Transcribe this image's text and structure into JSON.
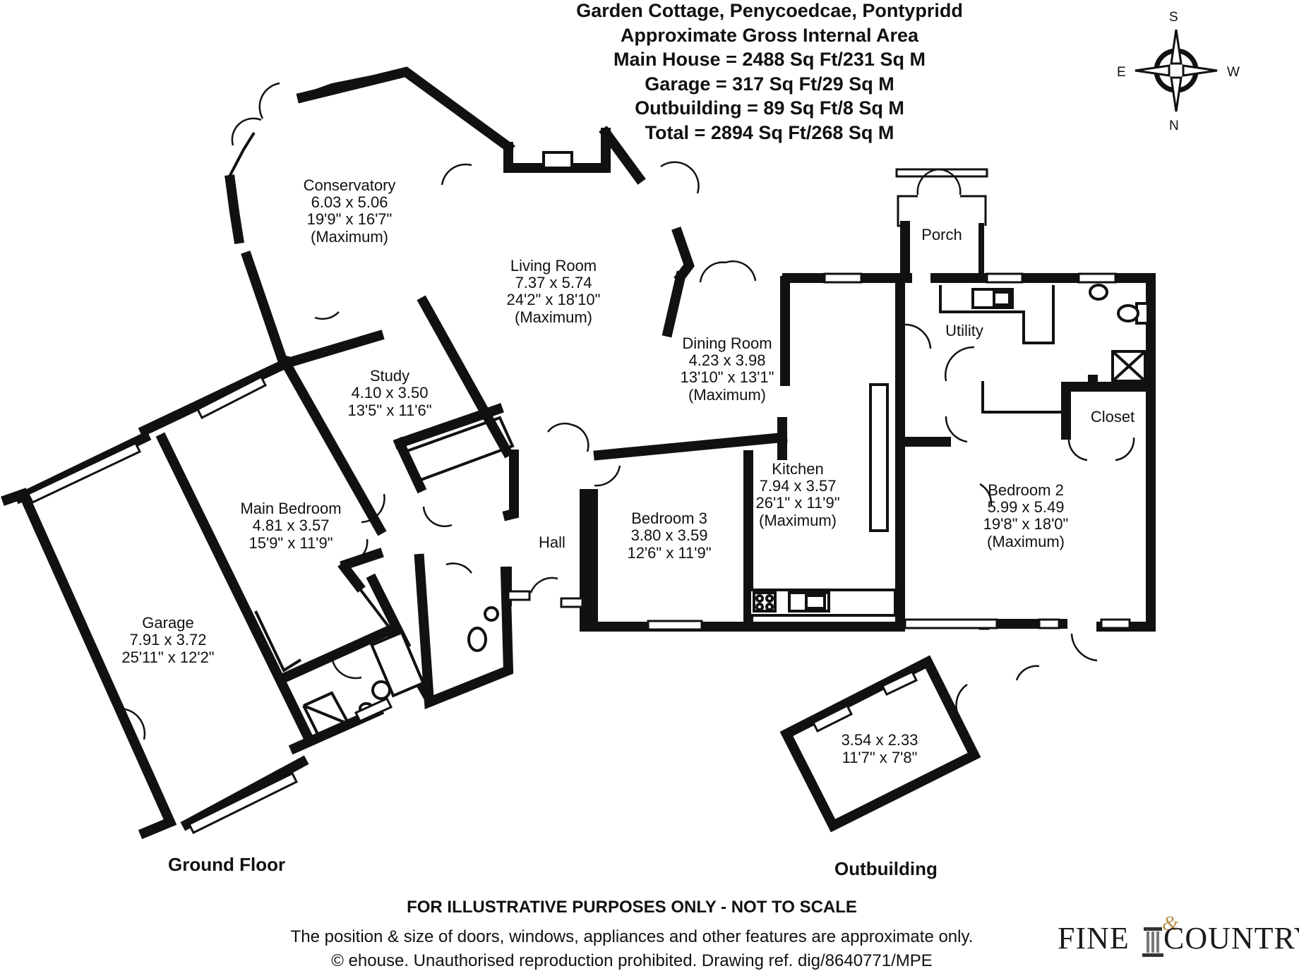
{
  "header": {
    "title": "Garden Cottage, Penycoedcae, Pontypridd",
    "subtitle": "Approximate Gross Internal Area",
    "areas": [
      "Main House = 2488 Sq Ft/231 Sq M",
      "Garage = 317 Sq Ft/29 Sq M",
      "Outbuilding = 89 Sq Ft/8 Sq M",
      "Total = 2894 Sq Ft/268 Sq M"
    ]
  },
  "compass": {
    "south": "S",
    "east": "E",
    "west": "W",
    "north": "N"
  },
  "rooms": {
    "conservatory": {
      "name": "Conservatory",
      "metric": "6.03 x 5.06",
      "imperial": "19'9\" x 16'7\"",
      "note": "(Maximum)"
    },
    "living_room": {
      "name": "Living Room",
      "metric": "7.37 x 5.74",
      "imperial": "24'2\" x 18'10\"",
      "note": "(Maximum)"
    },
    "porch": {
      "name": "Porch"
    },
    "utility": {
      "name": "Utility"
    },
    "dining_room": {
      "name": "Dining Room",
      "metric": "4.23 x 3.98",
      "imperial": "13'10\" x 13'1\"",
      "note": "(Maximum)"
    },
    "study": {
      "name": "Study",
      "metric": "4.10 x 3.50",
      "imperial": "13'5\" x 11'6\""
    },
    "closet": {
      "name": "Closet"
    },
    "kitchen": {
      "name": "Kitchen",
      "metric": "7.94 x 3.57",
      "imperial": "26'1\" x 11'9\"",
      "note": "(Maximum)"
    },
    "main_bedroom": {
      "name": "Main Bedroom",
      "metric": "4.81 x 3.57",
      "imperial": "15'9\" x 11'9\""
    },
    "bedroom_3": {
      "name": "Bedroom 3",
      "metric": "3.80 x 3.59",
      "imperial": "12'6\" x 11'9\""
    },
    "bedroom_2": {
      "name": "Bedroom 2",
      "metric": "5.99 x 5.49",
      "imperial": "19'8\" x 18'0\"",
      "note": "(Maximum)"
    },
    "hall": {
      "name": "Hall"
    },
    "garage": {
      "name": "Garage",
      "metric": "7.91 x 3.72",
      "imperial": "25'11\" x 12'2\""
    },
    "outbuilding": {
      "metric": "3.54 x 2.33",
      "imperial": "11'7\" x 7'8\""
    }
  },
  "floor_titles": {
    "ground": "Ground Floor",
    "outbuilding": "Outbuilding"
  },
  "footer": {
    "disclaimer": "FOR ILLUSTRATIVE PURPOSES ONLY - NOT TO SCALE",
    "note": "The position & size of doors, windows, appliances and other features are approximate only.",
    "copyright": "© ehouse. Unauthorised reproduction prohibited. Drawing ref. dig/8640771/MPE"
  },
  "logo": {
    "left": "FINE",
    "amp": "&",
    "right": "COUNTRY"
  },
  "colors": {
    "wall": "#111111",
    "window": "#ffffff",
    "text": "#111111",
    "logo_accent": "#b8924a"
  }
}
